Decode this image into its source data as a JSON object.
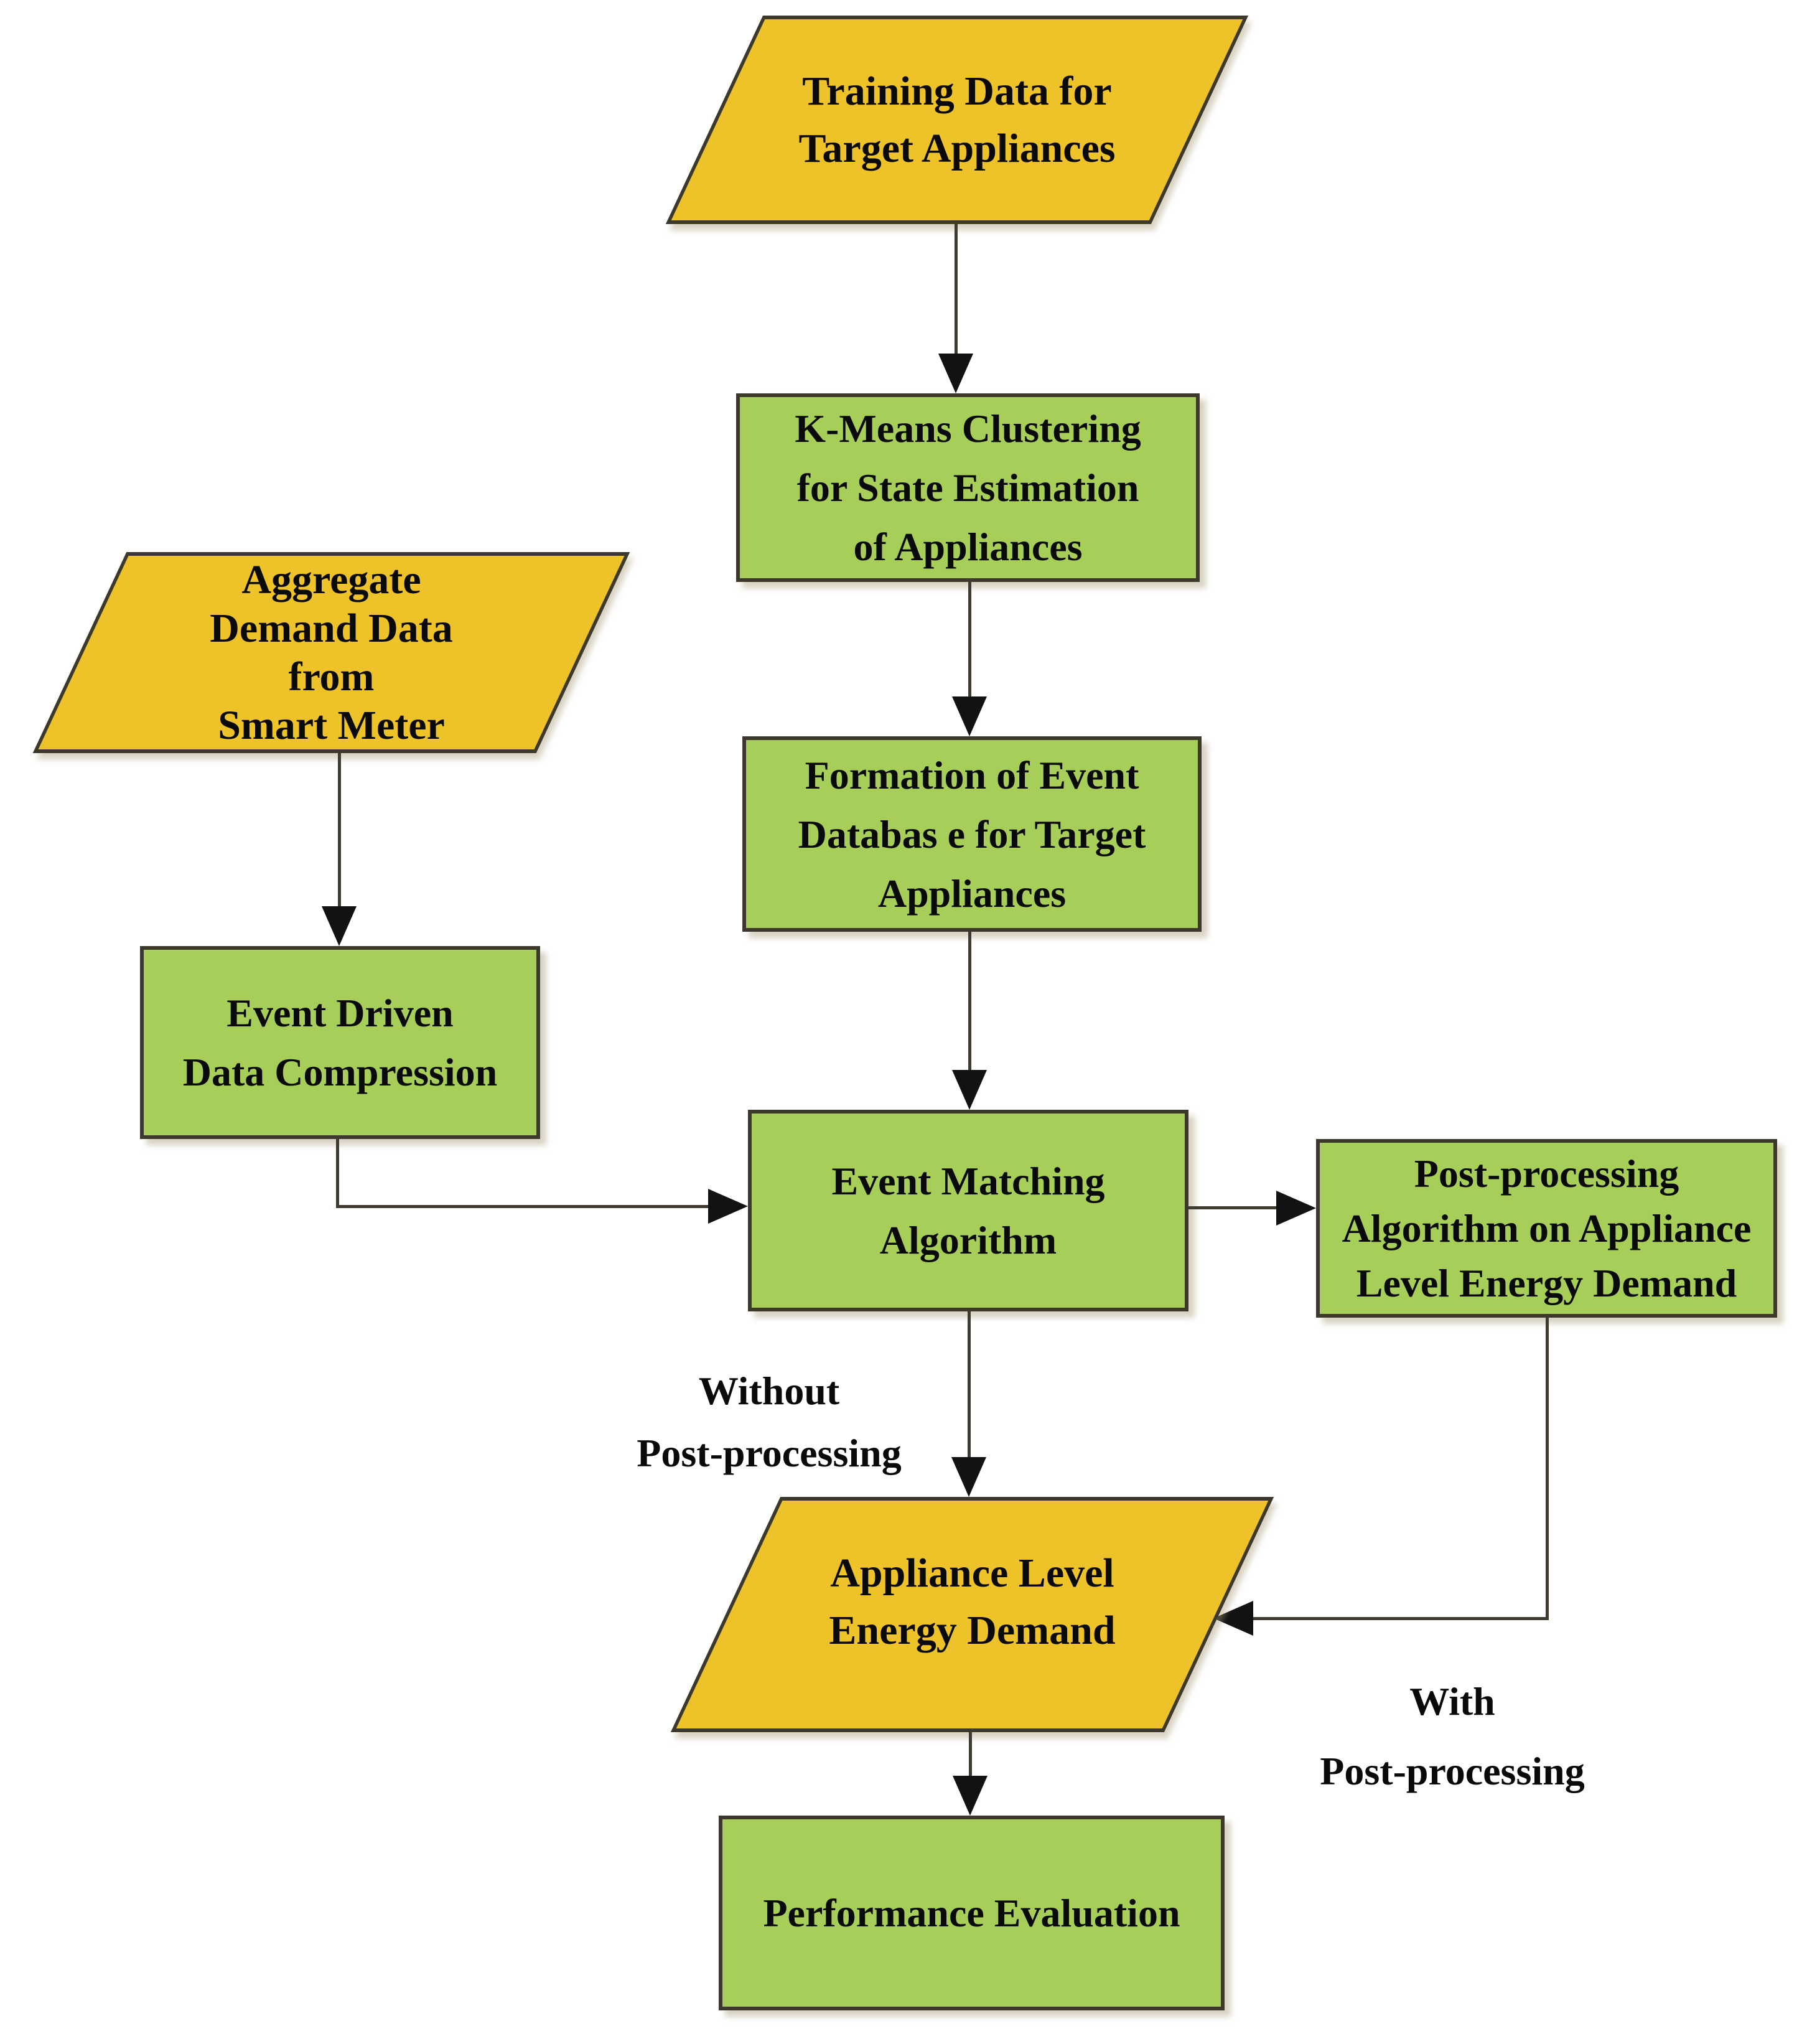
{
  "diagram": {
    "type": "flowchart",
    "background": "#ffffff",
    "colors": {
      "data_node_fill": "#eec229",
      "process_node_fill": "#a6ce58",
      "shape_border": "#3c392c",
      "arrow_line": "#3f3b30",
      "arrowhead": "#121212",
      "text": "#0a0a0a"
    },
    "nodes": {
      "training_data": {
        "shape": "parallelogram",
        "lines": [
          "Training Data for",
          "Target Appliances"
        ]
      },
      "kmeans": {
        "shape": "rectangle",
        "lines": [
          "K-Means Clustering",
          "for State Estimation",
          "of Appliances"
        ]
      },
      "formation": {
        "shape": "rectangle",
        "lines": [
          "Formation of Event",
          "Databas e for Target",
          "Appliances"
        ]
      },
      "aggregate": {
        "shape": "parallelogram",
        "lines": [
          "Aggregate",
          "Demand Data",
          "from",
          "Smart Meter"
        ]
      },
      "event_driven": {
        "shape": "rectangle",
        "lines": [
          "Event Driven",
          "Data Compression"
        ]
      },
      "event_matching": {
        "shape": "rectangle",
        "lines": [
          "Event Matching",
          "Algorithm"
        ]
      },
      "post_processing": {
        "shape": "rectangle",
        "lines": [
          "Post-processing",
          "Algorithm on Appliance",
          "Level Energy Demand"
        ]
      },
      "appliance_level": {
        "shape": "parallelogram",
        "lines": [
          "Appliance Level",
          "Energy Demand"
        ]
      },
      "performance": {
        "shape": "rectangle",
        "lines": [
          "Performance Evaluation"
        ]
      }
    },
    "edge_labels": {
      "without_post": {
        "lines": [
          "Without",
          "Post-processing"
        ]
      },
      "with_post": {
        "lines": [
          "With",
          "Post-processing"
        ]
      }
    }
  }
}
